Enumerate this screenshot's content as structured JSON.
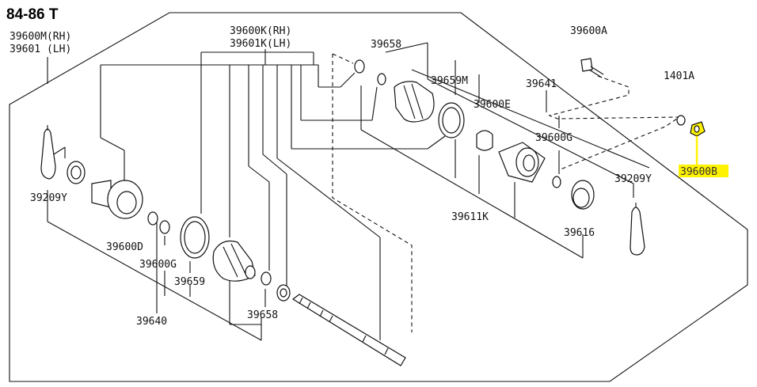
{
  "header": {
    "title": "84-86 T"
  },
  "labels": {
    "p39600M": "39600M(RH)",
    "p39601": "39601  (LH)",
    "p39600K": "39600K(RH)",
    "p39601K": "39601K(LH)",
    "p39658_top": "39658",
    "p39600A": "39600A",
    "p39659M": "39659M",
    "p39641": "39641",
    "p1401A": "1401A",
    "p39600E": "39600E",
    "p39600G_right": "39600G",
    "p39209Y_right": "39209Y",
    "p39600B": "39600B",
    "p39209Y_left": "39209Y",
    "p39611K": "39611K",
    "p39616": "39616",
    "p39600D": "39600D",
    "p39600G_left": "39600G",
    "p39659": "39659",
    "p39640": "39640",
    "p39658_bottom": "39658"
  },
  "highlight": {
    "part": "39600B",
    "color": "#fff200"
  }
}
